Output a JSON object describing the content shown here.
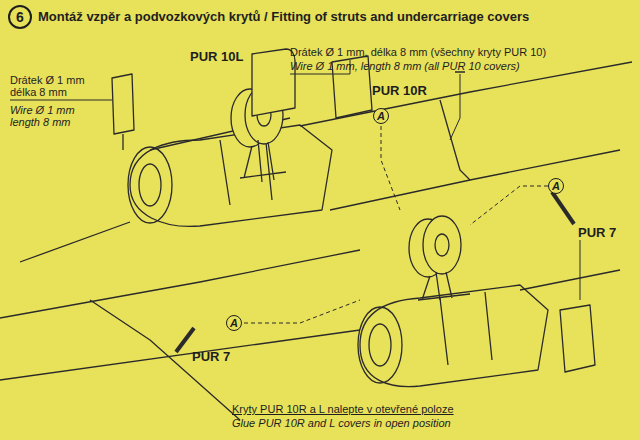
{
  "diagram": {
    "title": "Montáž vzpěr a podvozkových krytů / Fitting of struts and undercarriage covers",
    "caption": "Kryty PUR 10R a L nalepte v otevřené poloze",
    "labels": [
      "6",
      "Drátek Ø 1 mm délka 8 mm",
      "Wire Ø 1 mm length 8 mm",
      "PUR 10L",
      "PUR 10R",
      "A",
      "Drátek Ø 1 mm, délka 8 mm (všechny kryty PUR 10)",
      "Wire Ø 1 mm, length 8 mm (all PUR 10 covers)",
      "A",
      "PUR 7",
      "A",
      "PUR 7",
      "Glue PUR 10R and L covers in open position"
    ]
  }
}
